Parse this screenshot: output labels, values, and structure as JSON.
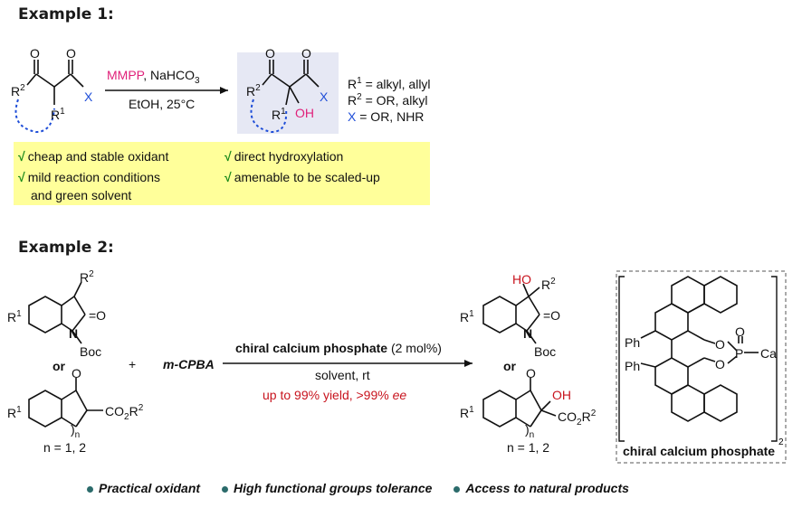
{
  "example1": {
    "title": "Example 1:",
    "reagent_mmpp": "MMPP",
    "reagent_rest": ", NaHCO",
    "reagent_sub": "3",
    "conditions": "EtOH, 25°C",
    "r1_def": " = alkyl, allyl",
    "r2_def": " = OR, alkyl",
    "x_def": " = OR, NHR",
    "x_label": "X",
    "oh_label": "OH",
    "benefits": [
      "cheap and stable oxidant",
      "mild reaction conditions",
      "and green solvent",
      "direct hydroxylation",
      "amenable to be scaled-up"
    ],
    "check": "√"
  },
  "example2": {
    "title": "Example 2:",
    "plus": "+",
    "oxidant": "m-CPBA",
    "catalyst": "chiral calcium phosphate",
    "loading": " (2 mol%)",
    "solvent": "solvent, rt",
    "yield": "up to 99% yield, >99% ",
    "ee": "ee",
    "or": "or",
    "boc": "Boc",
    "n_def": "n = 1, 2",
    "ho": "HO",
    "oh": "OH",
    "ph": "Ph",
    "ca": "Ca",
    "catalyst_caption": "chiral calcium phosphate"
  },
  "footer": [
    "Practical oxidant",
    "High functional groups tolerance",
    "Access to natural products"
  ]
}
